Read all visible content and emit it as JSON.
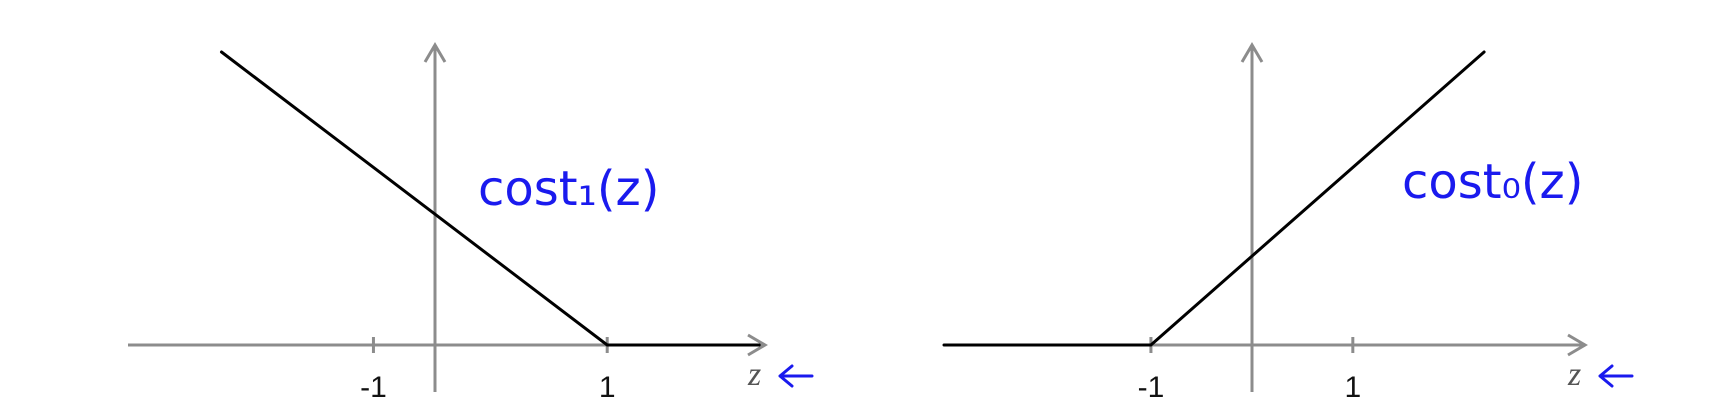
{
  "chart_data": [
    {
      "type": "line",
      "title": "",
      "annotation": "cost₁(z)",
      "xlabel": "z",
      "ylabel": "",
      "x_ticks": [
        -1,
        1
      ],
      "tick_labels": [
        "-1",
        "1"
      ],
      "xlim": [
        -3.1,
        2.35
      ],
      "ylim": [
        0,
        4.0
      ],
      "grid": false,
      "series": [
        {
          "points": [
            [
              -2.3,
              4.0
            ],
            [
              1,
              0
            ],
            [
              2.3,
              0
            ]
          ]
        }
      ]
    },
    {
      "type": "line",
      "title": "",
      "annotation": "cost₀(z)",
      "xlabel": "z",
      "ylabel": "",
      "x_ticks": [
        -1,
        1
      ],
      "tick_labels": [
        "-1",
        "1"
      ],
      "xlim": [
        -3.05,
        3.3
      ],
      "ylim": [
        0,
        4.0
      ],
      "grid": false,
      "series": [
        {
          "points": [
            [
              -3.05,
              0
            ],
            [
              -1,
              0
            ],
            [
              2.3,
              4.0
            ]
          ]
        }
      ]
    }
  ],
  "colors": {
    "axis": "#8c8c8c",
    "curve": "#000000",
    "annotation": "#1a1aee"
  },
  "icons": {
    "arrow_marker": "left-arrow-icon"
  }
}
